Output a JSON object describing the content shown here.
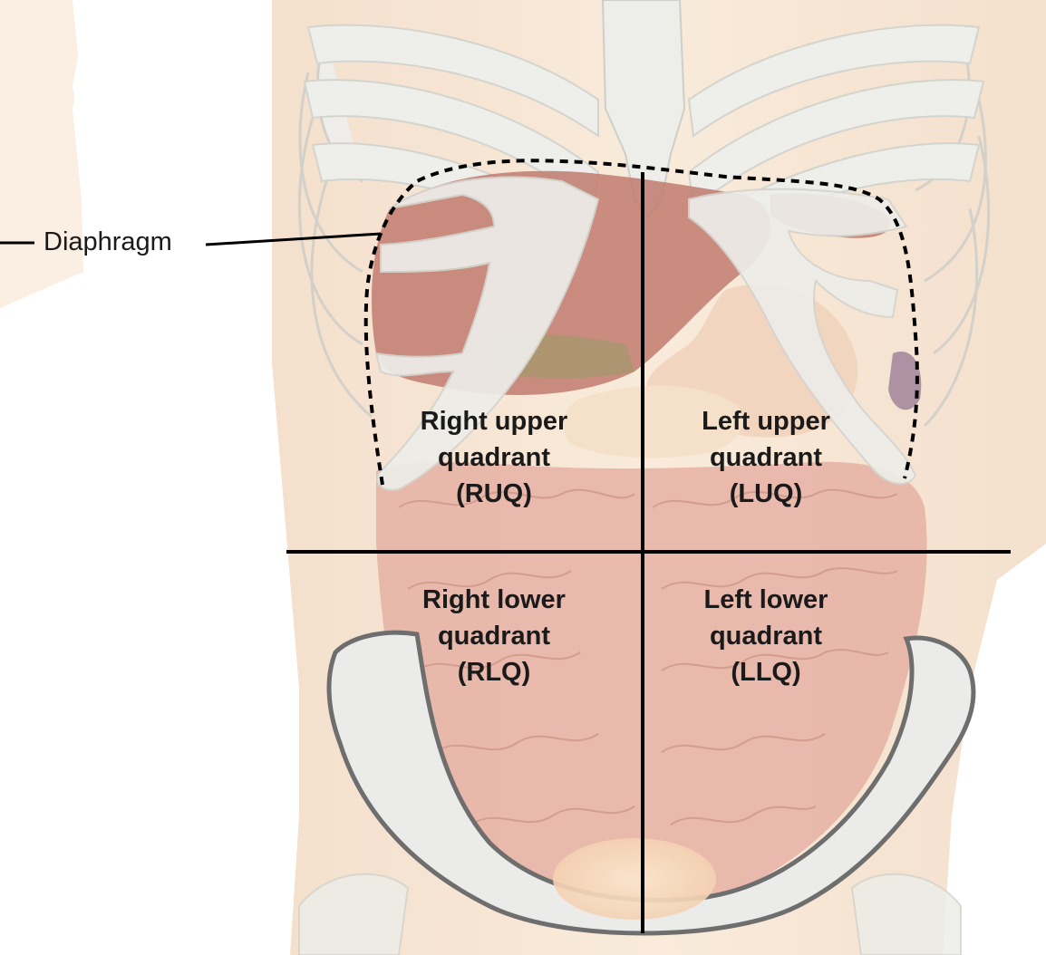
{
  "labels": {
    "diaphragm": "Diaphragm"
  },
  "quadrants": {
    "ruq": {
      "line1": "Right upper",
      "line2": "quadrant",
      "line3": "(RUQ)"
    },
    "luq": {
      "line1": "Left upper",
      "line2": "quadrant",
      "line3": "(LUQ)"
    },
    "rlq": {
      "line1": "Right lower",
      "line2": "quadrant",
      "line3": "(RLQ)"
    },
    "llq": {
      "line1": "Left lower",
      "line2": "quadrant",
      "line3": "(LLQ)"
    }
  },
  "colors": {
    "skin": "#f7e3cf",
    "bone": "#ebebe6",
    "bone_outline": "#c9c9c2",
    "liver": "#b96a5a",
    "intestine": "#e3a99a",
    "pelvis_shadow": "#5a5a5a",
    "line": "#000000"
  }
}
